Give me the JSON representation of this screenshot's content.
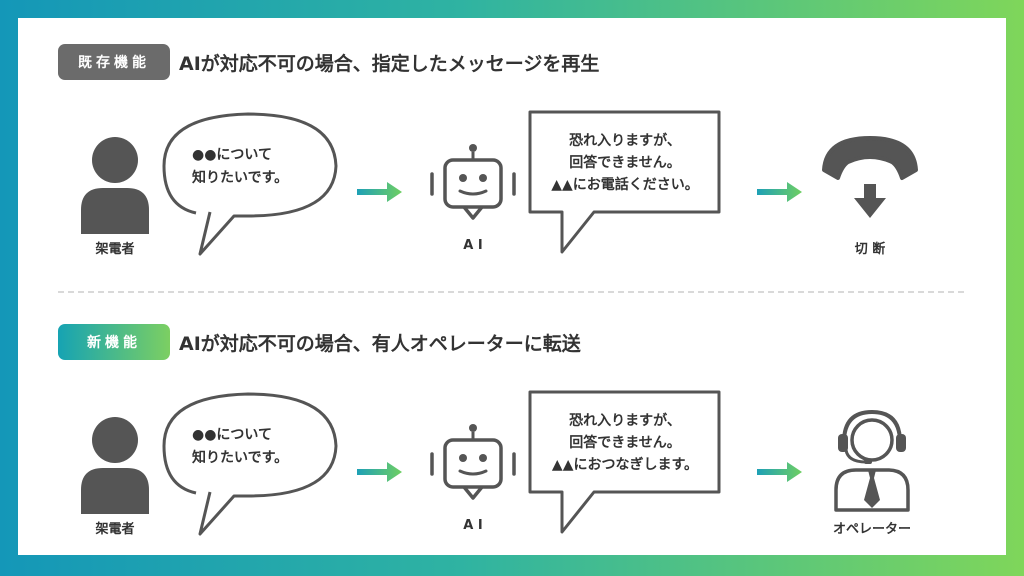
{
  "sections": [
    {
      "badge": "既存機能",
      "heading": "AIが対応不可の場合、指定したメッセージを再生",
      "caller_label": "架電者",
      "caller_speech": "●●について\n知りたいです。",
      "ai_label": "A I",
      "ai_response": "恐れ入りますが、\n回答できません。\n▲▲にお電話ください。",
      "end_label": "切 断",
      "end_icon": "hang-up-phone-icon"
    },
    {
      "badge": "新機能",
      "heading": "AIが対応不可の場合、有人オペレーターに転送",
      "caller_label": "架電者",
      "caller_speech": "●●について\n知りたいです。",
      "ai_label": "A I",
      "ai_response": "恐れ入りますが、\n回答できません。\n▲▲におつなぎします。",
      "end_label": "オペレーター",
      "end_icon": "operator-headset-icon"
    }
  ],
  "colors": {
    "old_badge": "#6b6b6b",
    "new_badge_start": "#16a3b3",
    "new_badge_end": "#7ccf62",
    "icon_gray": "#555555"
  }
}
